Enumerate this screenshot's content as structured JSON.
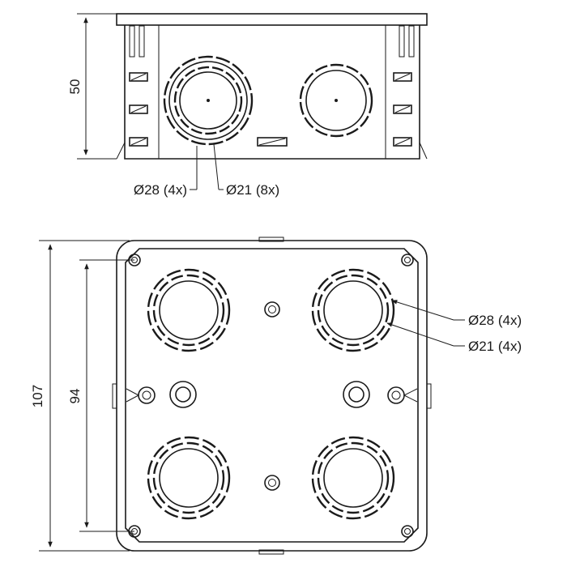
{
  "dimensions": {
    "side_height": "50",
    "outer_size": "107",
    "inner_size": "94"
  },
  "callouts": {
    "side_d28": "Ø28 (4x)",
    "side_d21": "Ø21 (8x)",
    "top_d28": "Ø28 (4x)",
    "top_d21": "Ø21 (4x)"
  }
}
